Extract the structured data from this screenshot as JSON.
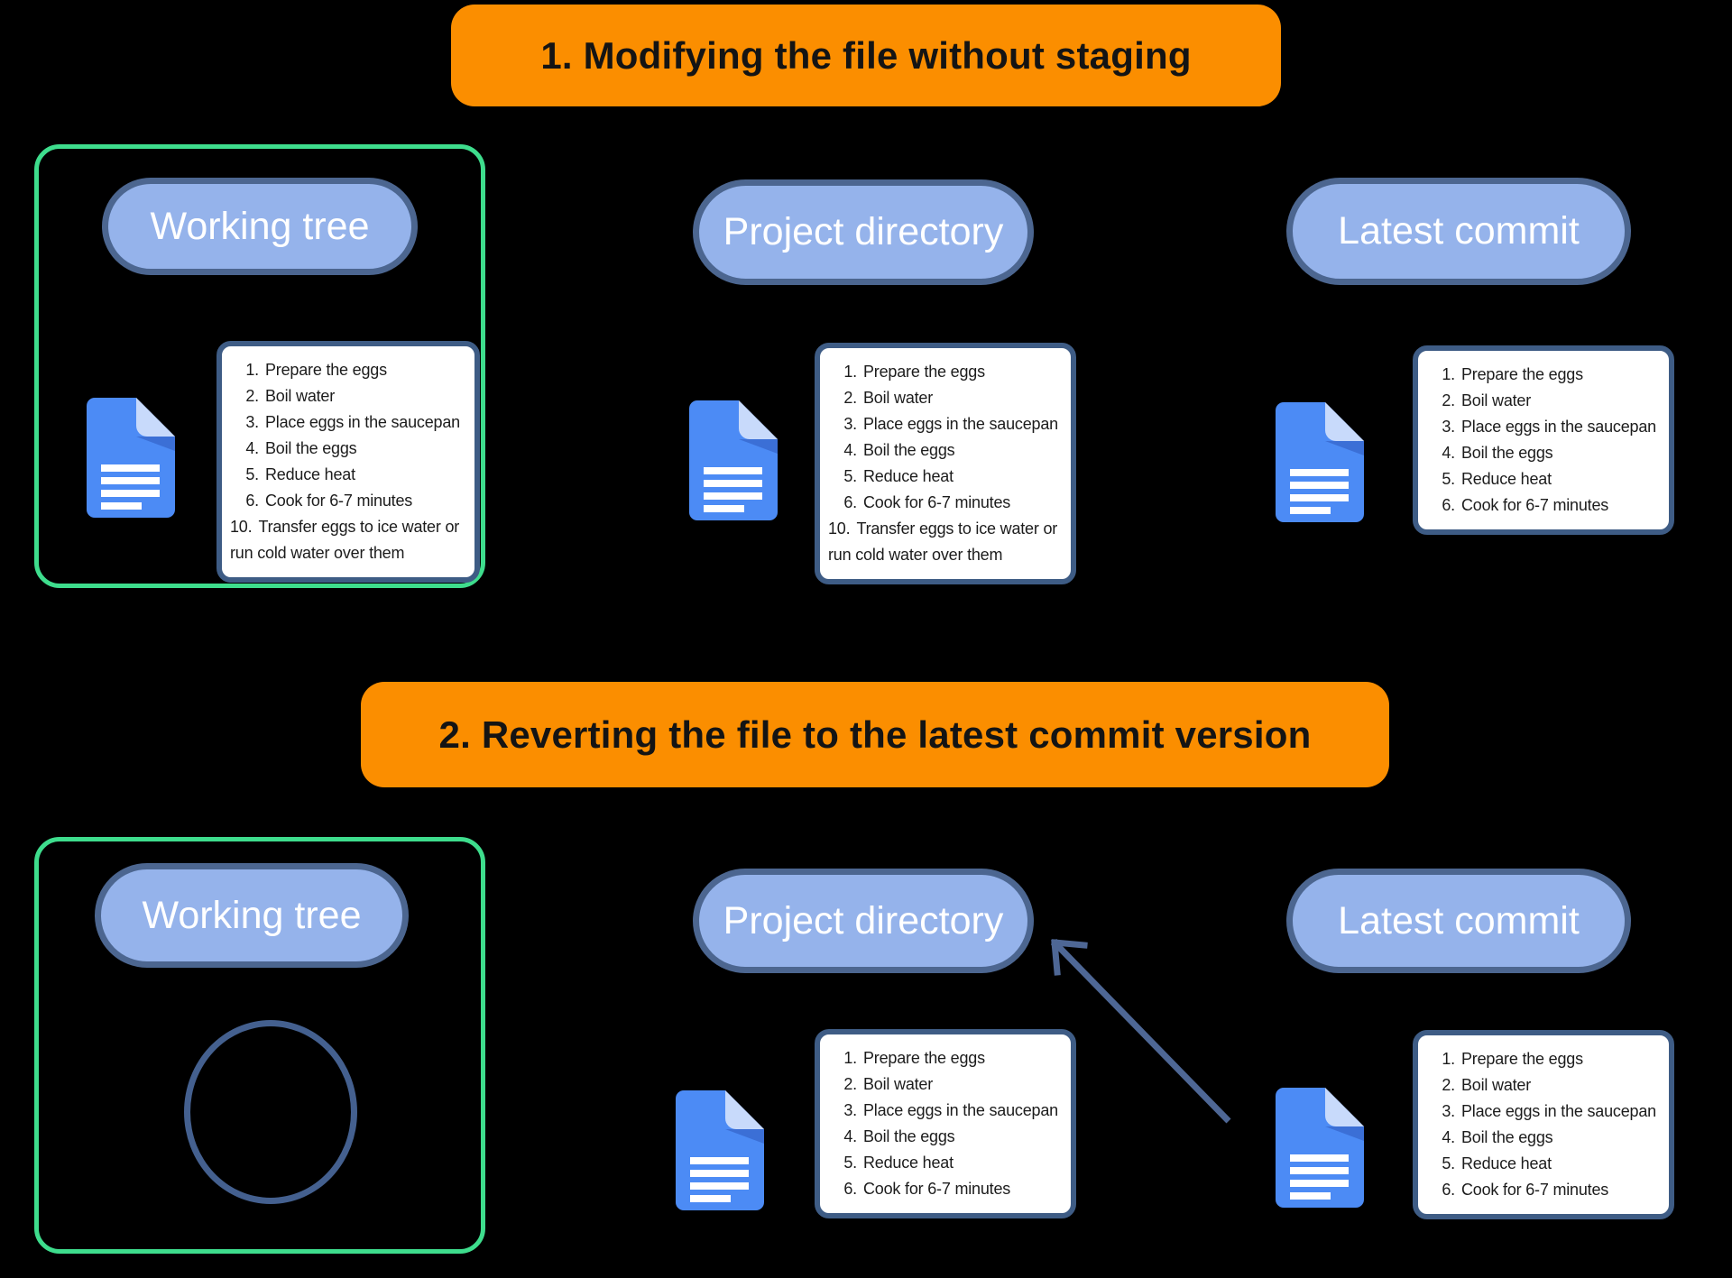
{
  "colors": {
    "background": "#000000",
    "banner_orange": "#FB8E00",
    "banner_text": "#141414",
    "working_tree_green": "#3EDD8D",
    "pill_fill": "#95B3EB",
    "pill_border": "#4C6690",
    "pill_text": "#FFFFFF",
    "card_border": "#3E5C85",
    "card_text": "#1C1C1C",
    "arrow_blue": "#4E6795",
    "circle_stroke": "#44608F",
    "doc_body_blue": "#4C8BF5",
    "doc_fold_light": "#C8DAFB",
    "doc_fold_shadow": "#3B6FD6"
  },
  "banners": {
    "step1": "1. Modifying the file without staging",
    "step2": "2. Reverting the file to the latest commit version"
  },
  "pills": {
    "working_tree": "Working tree",
    "project_directory": "Project directory",
    "latest_commit": "Latest commit"
  },
  "lists": {
    "modified_file": {
      "items": [
        {
          "num": "1.",
          "text": "Prepare the eggs"
        },
        {
          "num": "2.",
          "text": "Boil water"
        },
        {
          "num": "3.",
          "text": "Place eggs in the saucepan"
        },
        {
          "num": "4.",
          "text": "Boil the eggs"
        },
        {
          "num": "5.",
          "text": "Reduce heat"
        },
        {
          "num": "6.",
          "text": "Cook for 6-7 minutes"
        },
        {
          "num": "10.",
          "text": "Transfer eggs to ice water or"
        },
        {
          "num": "",
          "text": "run cold water over them"
        }
      ]
    },
    "committed_file": {
      "items": [
        {
          "num": "1.",
          "text": "Prepare the eggs"
        },
        {
          "num": "2.",
          "text": "Boil water"
        },
        {
          "num": "3.",
          "text": "Place eggs in the saucepan"
        },
        {
          "num": "4.",
          "text": "Boil the eggs"
        },
        {
          "num": "5.",
          "text": "Reduce heat"
        },
        {
          "num": "6.",
          "text": "Cook for 6-7 minutes"
        }
      ]
    }
  },
  "icons": {
    "document": "google-docs-document-icon",
    "arrow": "revert-arrow-up-left",
    "circle": "empty-working-tree-circle"
  }
}
